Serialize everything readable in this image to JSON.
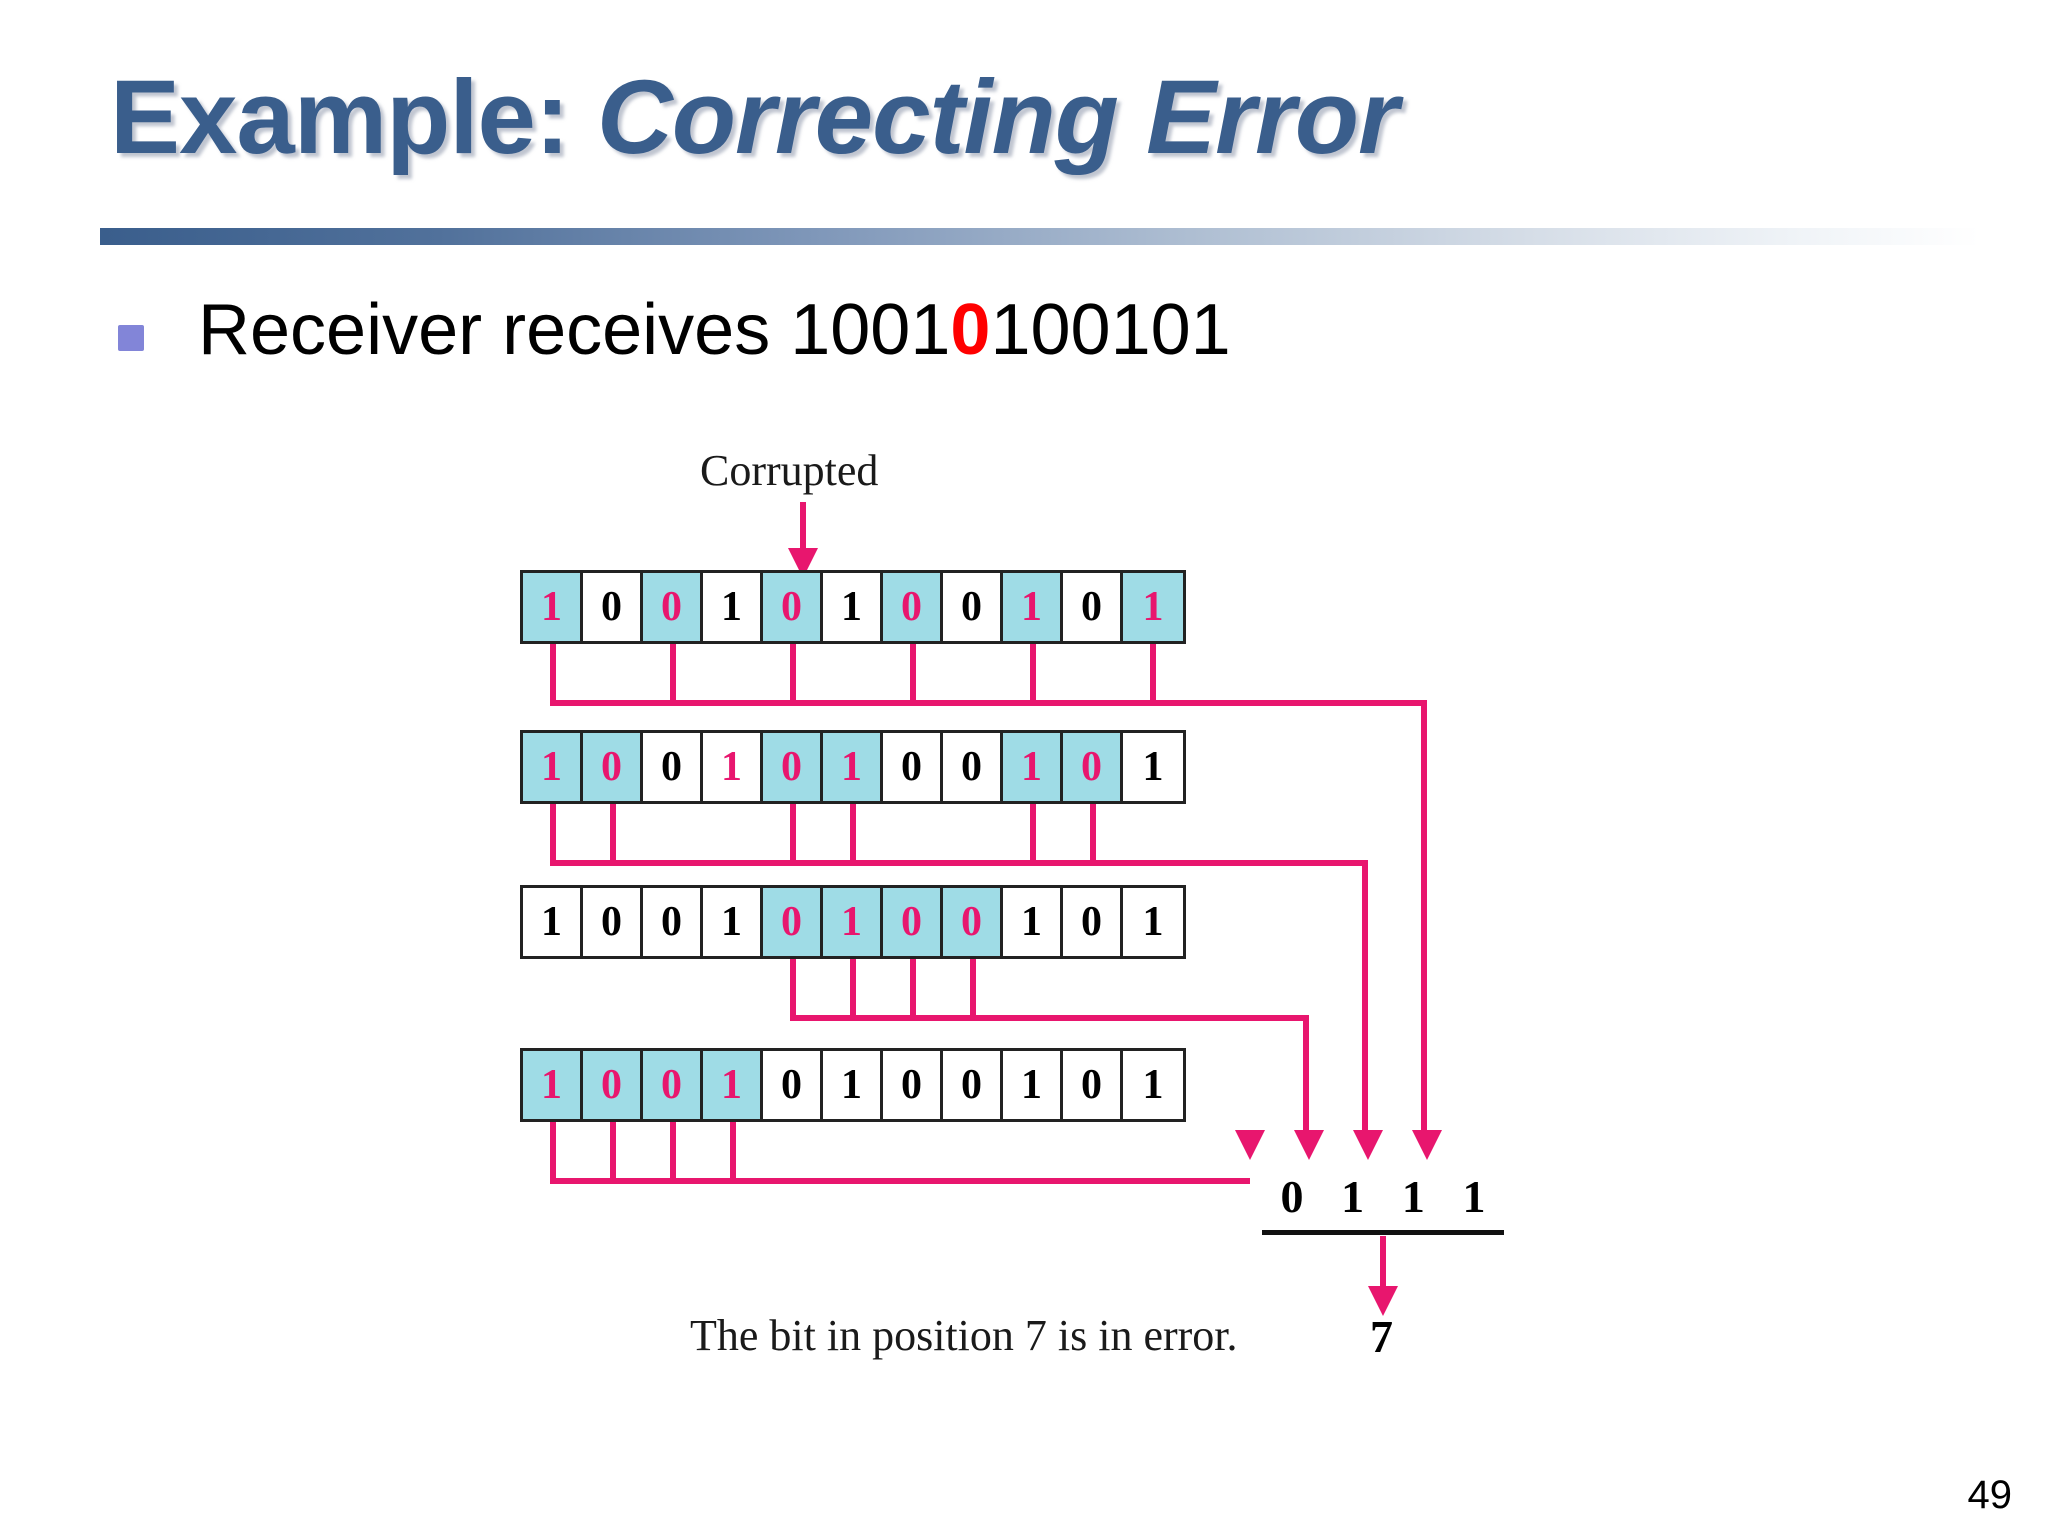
{
  "slide": {
    "title_main": "Example: ",
    "title_emphasis": "Correcting Error",
    "page_number": "49"
  },
  "bullet": {
    "text_before": "Receiver receives 1001",
    "error_bit": "0",
    "text_after": "100101"
  },
  "figure": {
    "corrupted_label": "Corrupted",
    "caption": "The bit in position 7 is in error.",
    "caption_answer": "7",
    "syndrome": [
      "0",
      "1",
      "1",
      "1"
    ],
    "rows": [
      {
        "name": "parity-row-1",
        "bits": [
          "1",
          "0",
          "0",
          "1",
          "0",
          "1",
          "0",
          "0",
          "1",
          "0",
          "1"
        ],
        "highlighted": [
          0,
          2,
          4,
          6,
          8,
          10
        ],
        "magenta_text": [
          0,
          2,
          4,
          6,
          8,
          10
        ]
      },
      {
        "name": "parity-row-2",
        "bits": [
          "1",
          "0",
          "0",
          "1",
          "0",
          "1",
          "0",
          "0",
          "1",
          "0",
          "1"
        ],
        "highlighted": [
          0,
          1,
          4,
          5,
          8,
          9
        ],
        "magenta_text": [
          0,
          1,
          3,
          4,
          5,
          8,
          9
        ]
      },
      {
        "name": "parity-row-3",
        "bits": [
          "1",
          "0",
          "0",
          "1",
          "0",
          "1",
          "0",
          "0",
          "1",
          "0",
          "1"
        ],
        "highlighted": [
          4,
          5,
          6,
          7
        ],
        "magenta_text": [
          4,
          5,
          6,
          7
        ]
      },
      {
        "name": "parity-row-4",
        "bits": [
          "1",
          "0",
          "0",
          "1",
          "0",
          "1",
          "0",
          "0",
          "1",
          "0",
          "1"
        ],
        "highlighted": [
          0,
          1,
          2,
          3
        ],
        "magenta_text": [
          0,
          1,
          2,
          3
        ]
      }
    ]
  },
  "colors": {
    "title_blue": "#3A5E8C",
    "highlight_cyan": "#9FDCE6",
    "magenta": "#E8166E",
    "error_red": "#FF0000",
    "bullet_purple": "#8285D8"
  }
}
